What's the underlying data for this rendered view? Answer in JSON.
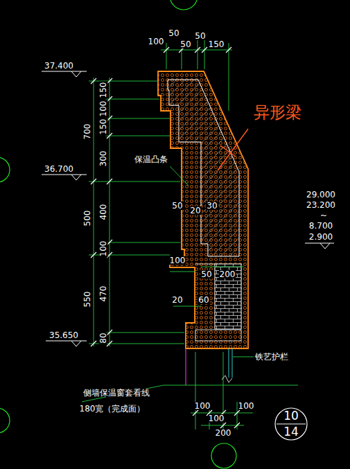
{
  "diagram": {
    "nodes": [
      {
        "text": [
          "10",
          "14"
        ]
      }
    ],
    "labels": [
      "100",
      "50",
      "50",
      "50",
      "150",
      "37.400",
      "36.700",
      "35.650",
      "700",
      "500",
      "550",
      "150",
      "100",
      "150",
      "300",
      "400",
      "100",
      "470",
      "80",
      "保温凸条",
      "50",
      "20",
      "30",
      "100",
      "50",
      "200",
      "20",
      "60",
      "异形梁",
      "29.000",
      "23.200",
      "~",
      "8.700",
      "2.900",
      "铁艺护栏",
      "侧墙保温窗套看线",
      "180宽（完成面）",
      "100",
      "100",
      "100",
      "200"
    ]
  }
}
